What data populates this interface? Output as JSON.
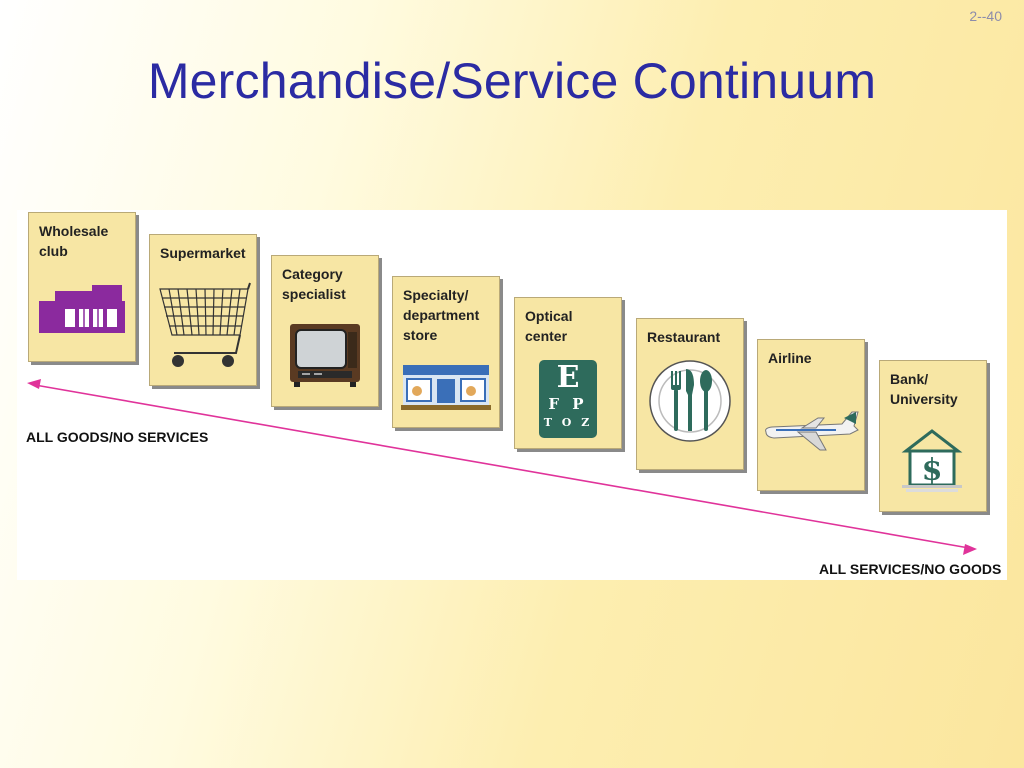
{
  "slide": {
    "number": "2--40",
    "title": "Merchandise/Service Continuum"
  },
  "axis": {
    "left_label": "ALL GOODS/NO SERVICES",
    "right_label": "ALL SERVICES/NO GOODS",
    "arrow_color": "#e0339a"
  },
  "cards": [
    {
      "label": "Wholesale\nclub",
      "icon": "warehouse-store-icon"
    },
    {
      "label": "Supermarket",
      "icon": "shopping-cart-icon"
    },
    {
      "label": "Category\nspecialist",
      "icon": "television-icon"
    },
    {
      "label": "Specialty/\ndepartment\nstore",
      "icon": "storefront-icon"
    },
    {
      "label": "Optical\ncenter",
      "icon": "eye-chart-icon"
    },
    {
      "label": "Restaurant",
      "icon": "plate-cutlery-icon"
    },
    {
      "label": "Airline",
      "icon": "airplane-icon"
    },
    {
      "label": "Bank/\nUniversity",
      "icon": "dollar-building-icon"
    }
  ],
  "eye_chart": {
    "row1": "E",
    "row2": "F P",
    "row3": "T O Z"
  },
  "colors": {
    "title": "#2b2ba3",
    "card_fill": "#f7e6a4",
    "wholesale_purple": "#8b2a9e",
    "optical_green": "#2e6b5c"
  }
}
